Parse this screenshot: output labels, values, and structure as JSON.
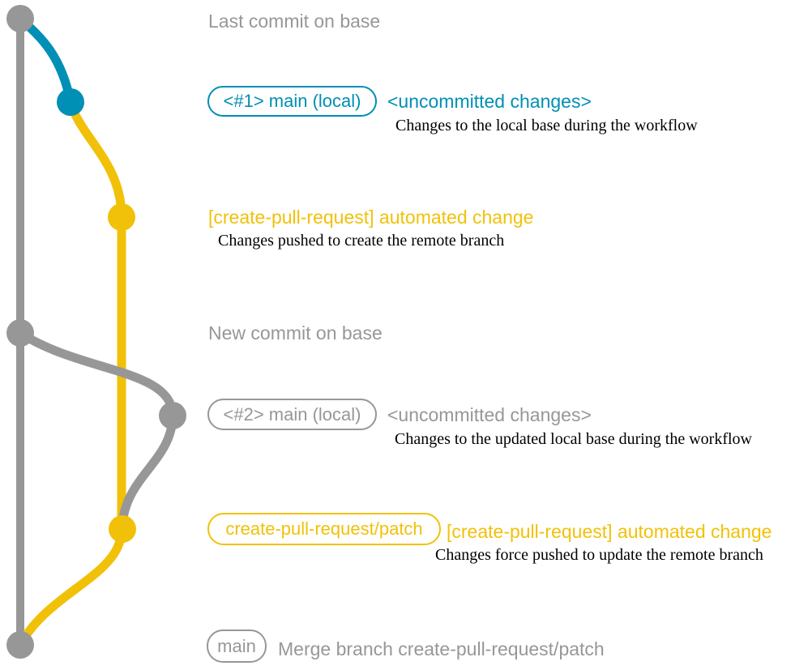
{
  "colors": {
    "page_bg": "#ffffff",
    "base_gray": "#979797",
    "local_blue": "#008fb5",
    "branch_yellow": "#f1c109",
    "description_black": "#000000"
  },
  "graph": {
    "branches": [
      {
        "name": "base",
        "color": "#979797"
      },
      {
        "name": "main (local)",
        "color": "#008fb5"
      },
      {
        "name": "create-pull-request/patch",
        "color": "#f1c109"
      }
    ],
    "commits": [
      {
        "id": "last-commit-on-base",
        "branch": "base",
        "color": "#979797"
      },
      {
        "id": "main-local-1",
        "branch": "main (local)",
        "color": "#008fb5"
      },
      {
        "id": "automated-change-1",
        "branch": "create-pull-request/patch",
        "color": "#f1c109"
      },
      {
        "id": "new-commit-on-base",
        "branch": "base",
        "color": "#979797"
      },
      {
        "id": "main-local-2",
        "branch": "main (local)",
        "color": "#979797"
      },
      {
        "id": "automated-change-2",
        "branch": "create-pull-request/patch",
        "color": "#f1c109"
      },
      {
        "id": "merge-commit-on-base",
        "branch": "base",
        "color": "#979797"
      }
    ]
  },
  "annotations": {
    "row1": {
      "title": "Last commit on base"
    },
    "row2": {
      "badge": "<#1> main (local)",
      "heading": "<uncommitted changes>",
      "description": "Changes to the local base during the workflow"
    },
    "row3": {
      "heading": "[create-pull-request] automated change",
      "description": "Changes pushed to create the remote branch"
    },
    "row4": {
      "title": "New commit on base"
    },
    "row5": {
      "badge": "<#2> main (local)",
      "heading": "<uncommitted changes>",
      "description": "Changes to the updated local base during the workflow"
    },
    "row6": {
      "badge": "create-pull-request/patch",
      "heading": "[create-pull-request] automated change",
      "description": "Changes force pushed to update the remote branch"
    },
    "row7": {
      "badge": "main",
      "message": "Merge branch create-pull-request/patch"
    }
  }
}
